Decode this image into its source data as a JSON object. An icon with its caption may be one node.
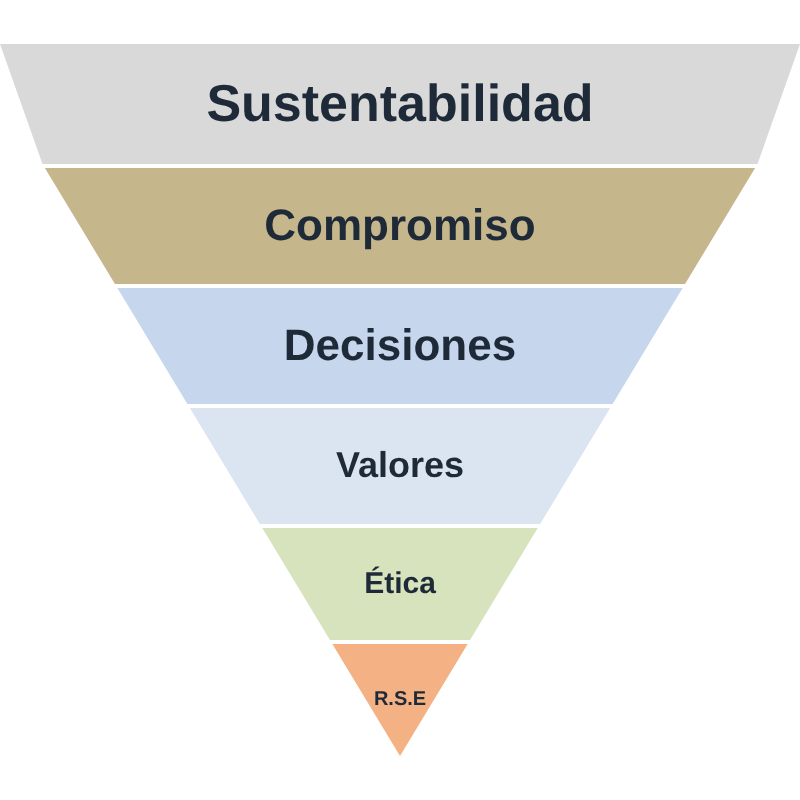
{
  "diagram": {
    "nodes": [
      {
        "text": [
          "Sustentabilidad"
        ]
      },
      {
        "text": [
          "Compromiso"
        ]
      },
      {
        "text": [
          "Decisiones"
        ]
      },
      {
        "text": [
          "Valores"
        ]
      },
      {
        "text": [
          "Ética"
        ]
      },
      {
        "text": [
          "R.S.E"
        ]
      }
    ]
  }
}
